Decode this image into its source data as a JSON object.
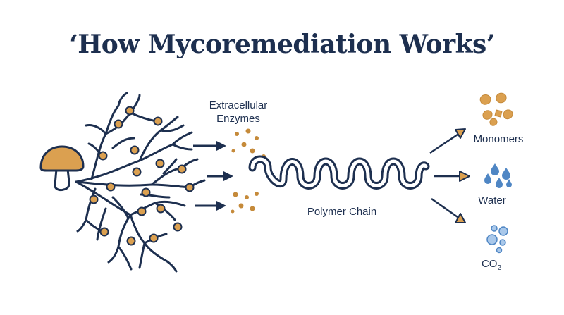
{
  "title": "‘How Mycoremediation Works’",
  "labels": {
    "enzymes_line1": "Extracellular",
    "enzymes_line2": "Enzymes",
    "polymer": "Polymer Chain",
    "monomers": "Monomers",
    "water": "Water",
    "co2_main": "CO",
    "co2_sub": "2"
  },
  "colors": {
    "navy": "#1d2f4f",
    "gold": "#dba050",
    "gold_dark": "#c58a3a",
    "blue": "#4f86c4",
    "blue_light": "#a9c8ea"
  },
  "icons": [
    "mushroom-icon",
    "mycelium-icon",
    "enzyme-dots-icon",
    "polymer-chain-icon",
    "monomers-icon",
    "water-drops-icon",
    "co2-bubbles-icon"
  ]
}
